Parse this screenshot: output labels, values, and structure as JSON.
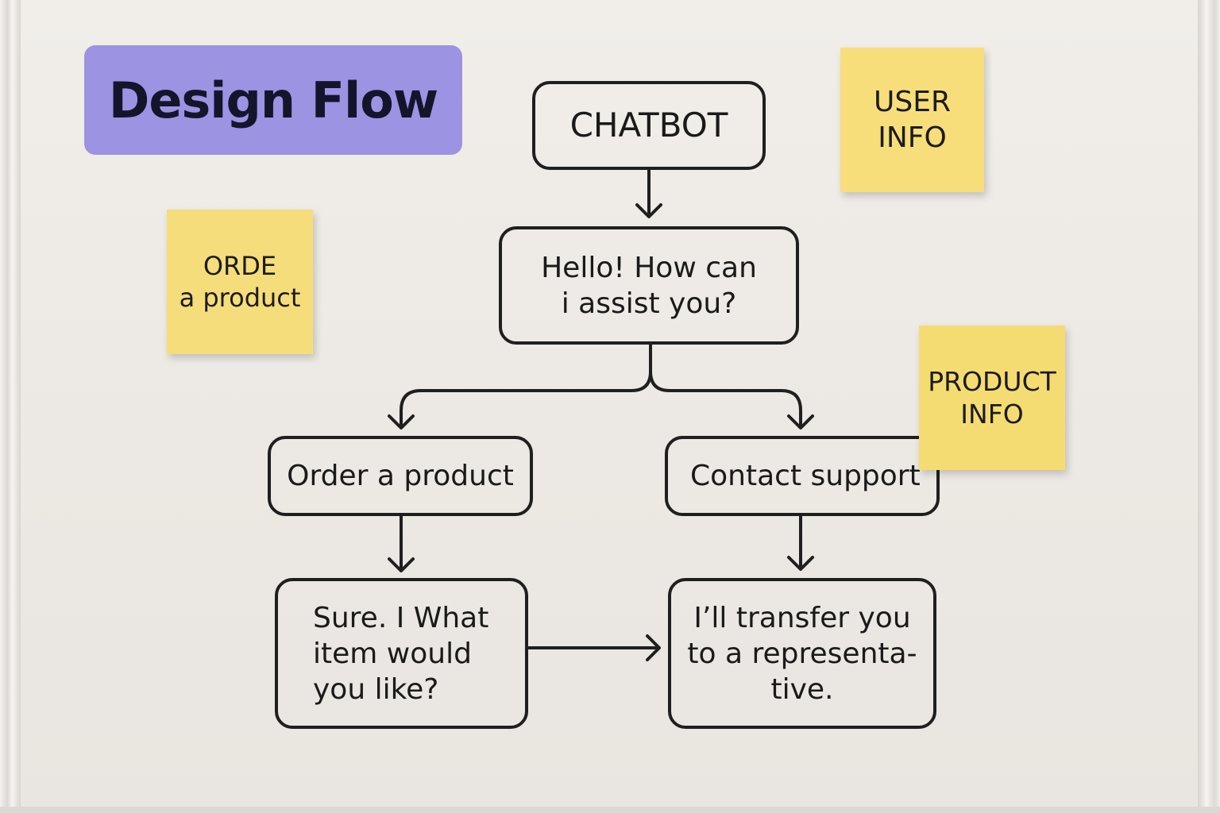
{
  "title": "Design Flow",
  "nodes": {
    "chatbot": "CHATBOT",
    "hello": "Hello! How can\ni assist you?",
    "order": "Order a product",
    "contact": "Contact support",
    "sure": "Sure. I What\nitem would\nyou like?",
    "transfer": "I’ll transfer you\nto a representa-\ntive."
  },
  "sticky_notes": {
    "user_info": "USER\nINFO",
    "order_note": "ORDE\na product",
    "product_info": "PRODUCT\nINFO"
  },
  "colors": {
    "title_badge": "#9d93e3",
    "sticky": "#f6dc76",
    "stroke": "#1f1f1f",
    "board": "#ece8e3"
  }
}
